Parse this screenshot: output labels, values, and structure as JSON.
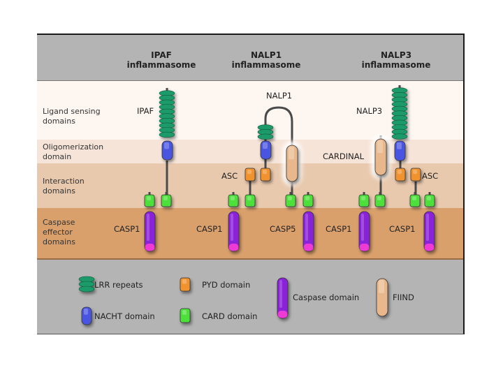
{
  "headers": [
    {
      "line1": "IPAF",
      "line2": "inflammasome"
    },
    {
      "line1": "NALP1",
      "line2": "inflammasome"
    },
    {
      "line1": "NALP3",
      "line2": "inflammasome"
    }
  ],
  "row_labels": {
    "ligand": [
      "Ligand sensing",
      "domains"
    ],
    "oligomer": [
      "Oligomerization",
      "domain"
    ],
    "interaction": [
      "Interaction",
      "domains"
    ],
    "caspase": [
      "Caspase",
      "effector",
      "domains"
    ]
  },
  "protein_labels": {
    "ipaf": "IPAF",
    "nalp1": "NALP1",
    "nalp3": "NALP3",
    "cardinal": "CARDINAL",
    "asc_left": "ASC",
    "asc_right": "ASC",
    "casp1_ipaf": "CASP1",
    "casp1_nalp1": "CASP1",
    "casp5_nalp1": "CASP5",
    "casp1_nalp3_a": "CASP1",
    "casp1_nalp3_b": "CASP1"
  },
  "legend": {
    "lrr": "LRR repeats",
    "nacht": "NACHT domain",
    "pyd": "PYD domain",
    "card": "CARD domain",
    "caspase": "Caspase domain",
    "fiind": "FIIND"
  },
  "colors": {
    "header_bg": "#b4b4b4",
    "ligand_band": "#fdf6f1",
    "oligomer_band": "#f6e4d8",
    "interaction_band": "#e8c9ae",
    "caspase_band": "#d9a06c",
    "legend_bg": "#b4b4b4",
    "lrr": "#1e9a6a",
    "nacht": "#4a55e0",
    "pyd": "#f0922e",
    "card": "#4ee03a",
    "caspase": "#8a22d8",
    "caspase_tip": "#ee3ad6",
    "fiind": "#e8b88c"
  }
}
